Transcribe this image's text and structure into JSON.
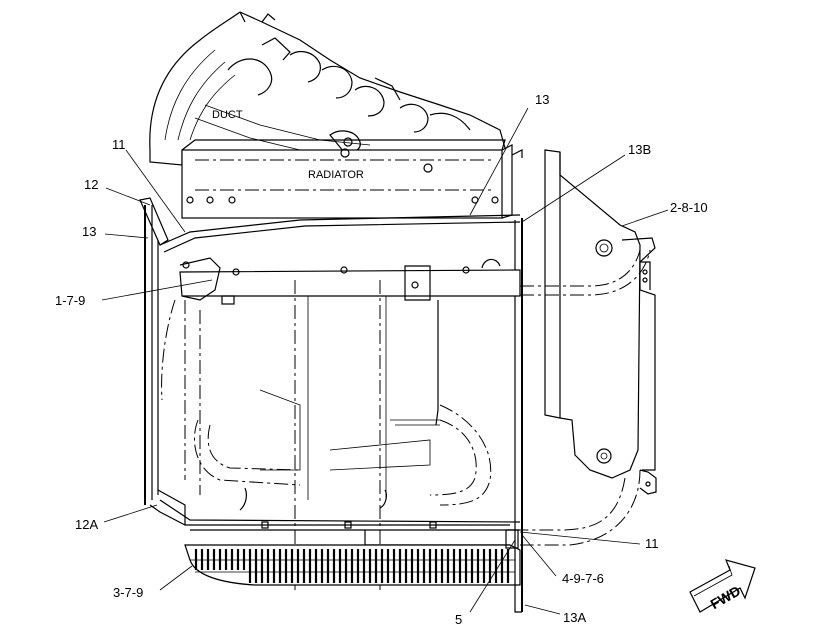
{
  "labels": {
    "duct": "DUCT",
    "radiator": "RADIATOR",
    "callouts": {
      "c13_top": "13",
      "c13b": "13B",
      "c11_top": "11",
      "c12": "12",
      "c13_left": "13",
      "c2_8_10": "2-8-10",
      "c1_7_9": "1-7-9",
      "c12a": "12A",
      "c11_bottom": "11",
      "c4_9_7_6": "4-9-7-6",
      "c3_7_9": "3-7-9",
      "c5": "5",
      "c13a": "13A"
    },
    "fwd": "FWD"
  }
}
